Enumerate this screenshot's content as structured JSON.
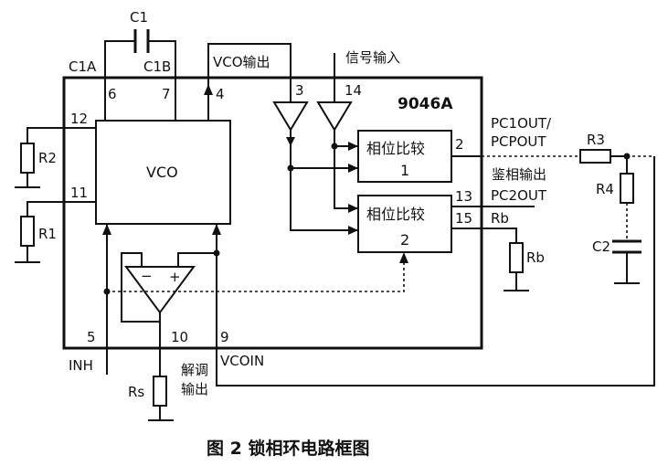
{
  "caption": "图 2  锁相环电路框图",
  "chip": {
    "name": "9046A"
  },
  "blocks": {
    "vco": "VCO",
    "pc1": {
      "line1": "相位比较",
      "line2": "1"
    },
    "pc2": {
      "line1": "相位比较",
      "line2": "2"
    }
  },
  "pins": {
    "p6": "6",
    "p7": "7",
    "p4": "4",
    "p3": "3",
    "p14": "14",
    "p12": "12",
    "p11": "11",
    "p2": "2",
    "p13": "13",
    "p15": "15",
    "p5": "5",
    "p10": "10",
    "p9": "9"
  },
  "labels": {
    "c1": "C1",
    "c1a": "C1A",
    "c1b": "C1B",
    "vco_out": "VCO输出",
    "signal_in": "信号输入",
    "pc1out": "PC1OUT/",
    "pcpout": "PCPOUT",
    "phase_out": "鉴相输出",
    "pc2out": "PC2OUT",
    "rb_pin": "Rb",
    "rb": "Rb",
    "r2": "R2",
    "r1": "R1",
    "r3": "R3",
    "r4": "R4",
    "c2": "C2",
    "inh": "INH",
    "vcoin": "VCOIN",
    "demod_line1": "解调",
    "demod_line2": "输出",
    "rs": "Rs",
    "minus": "−",
    "plus": "+"
  }
}
